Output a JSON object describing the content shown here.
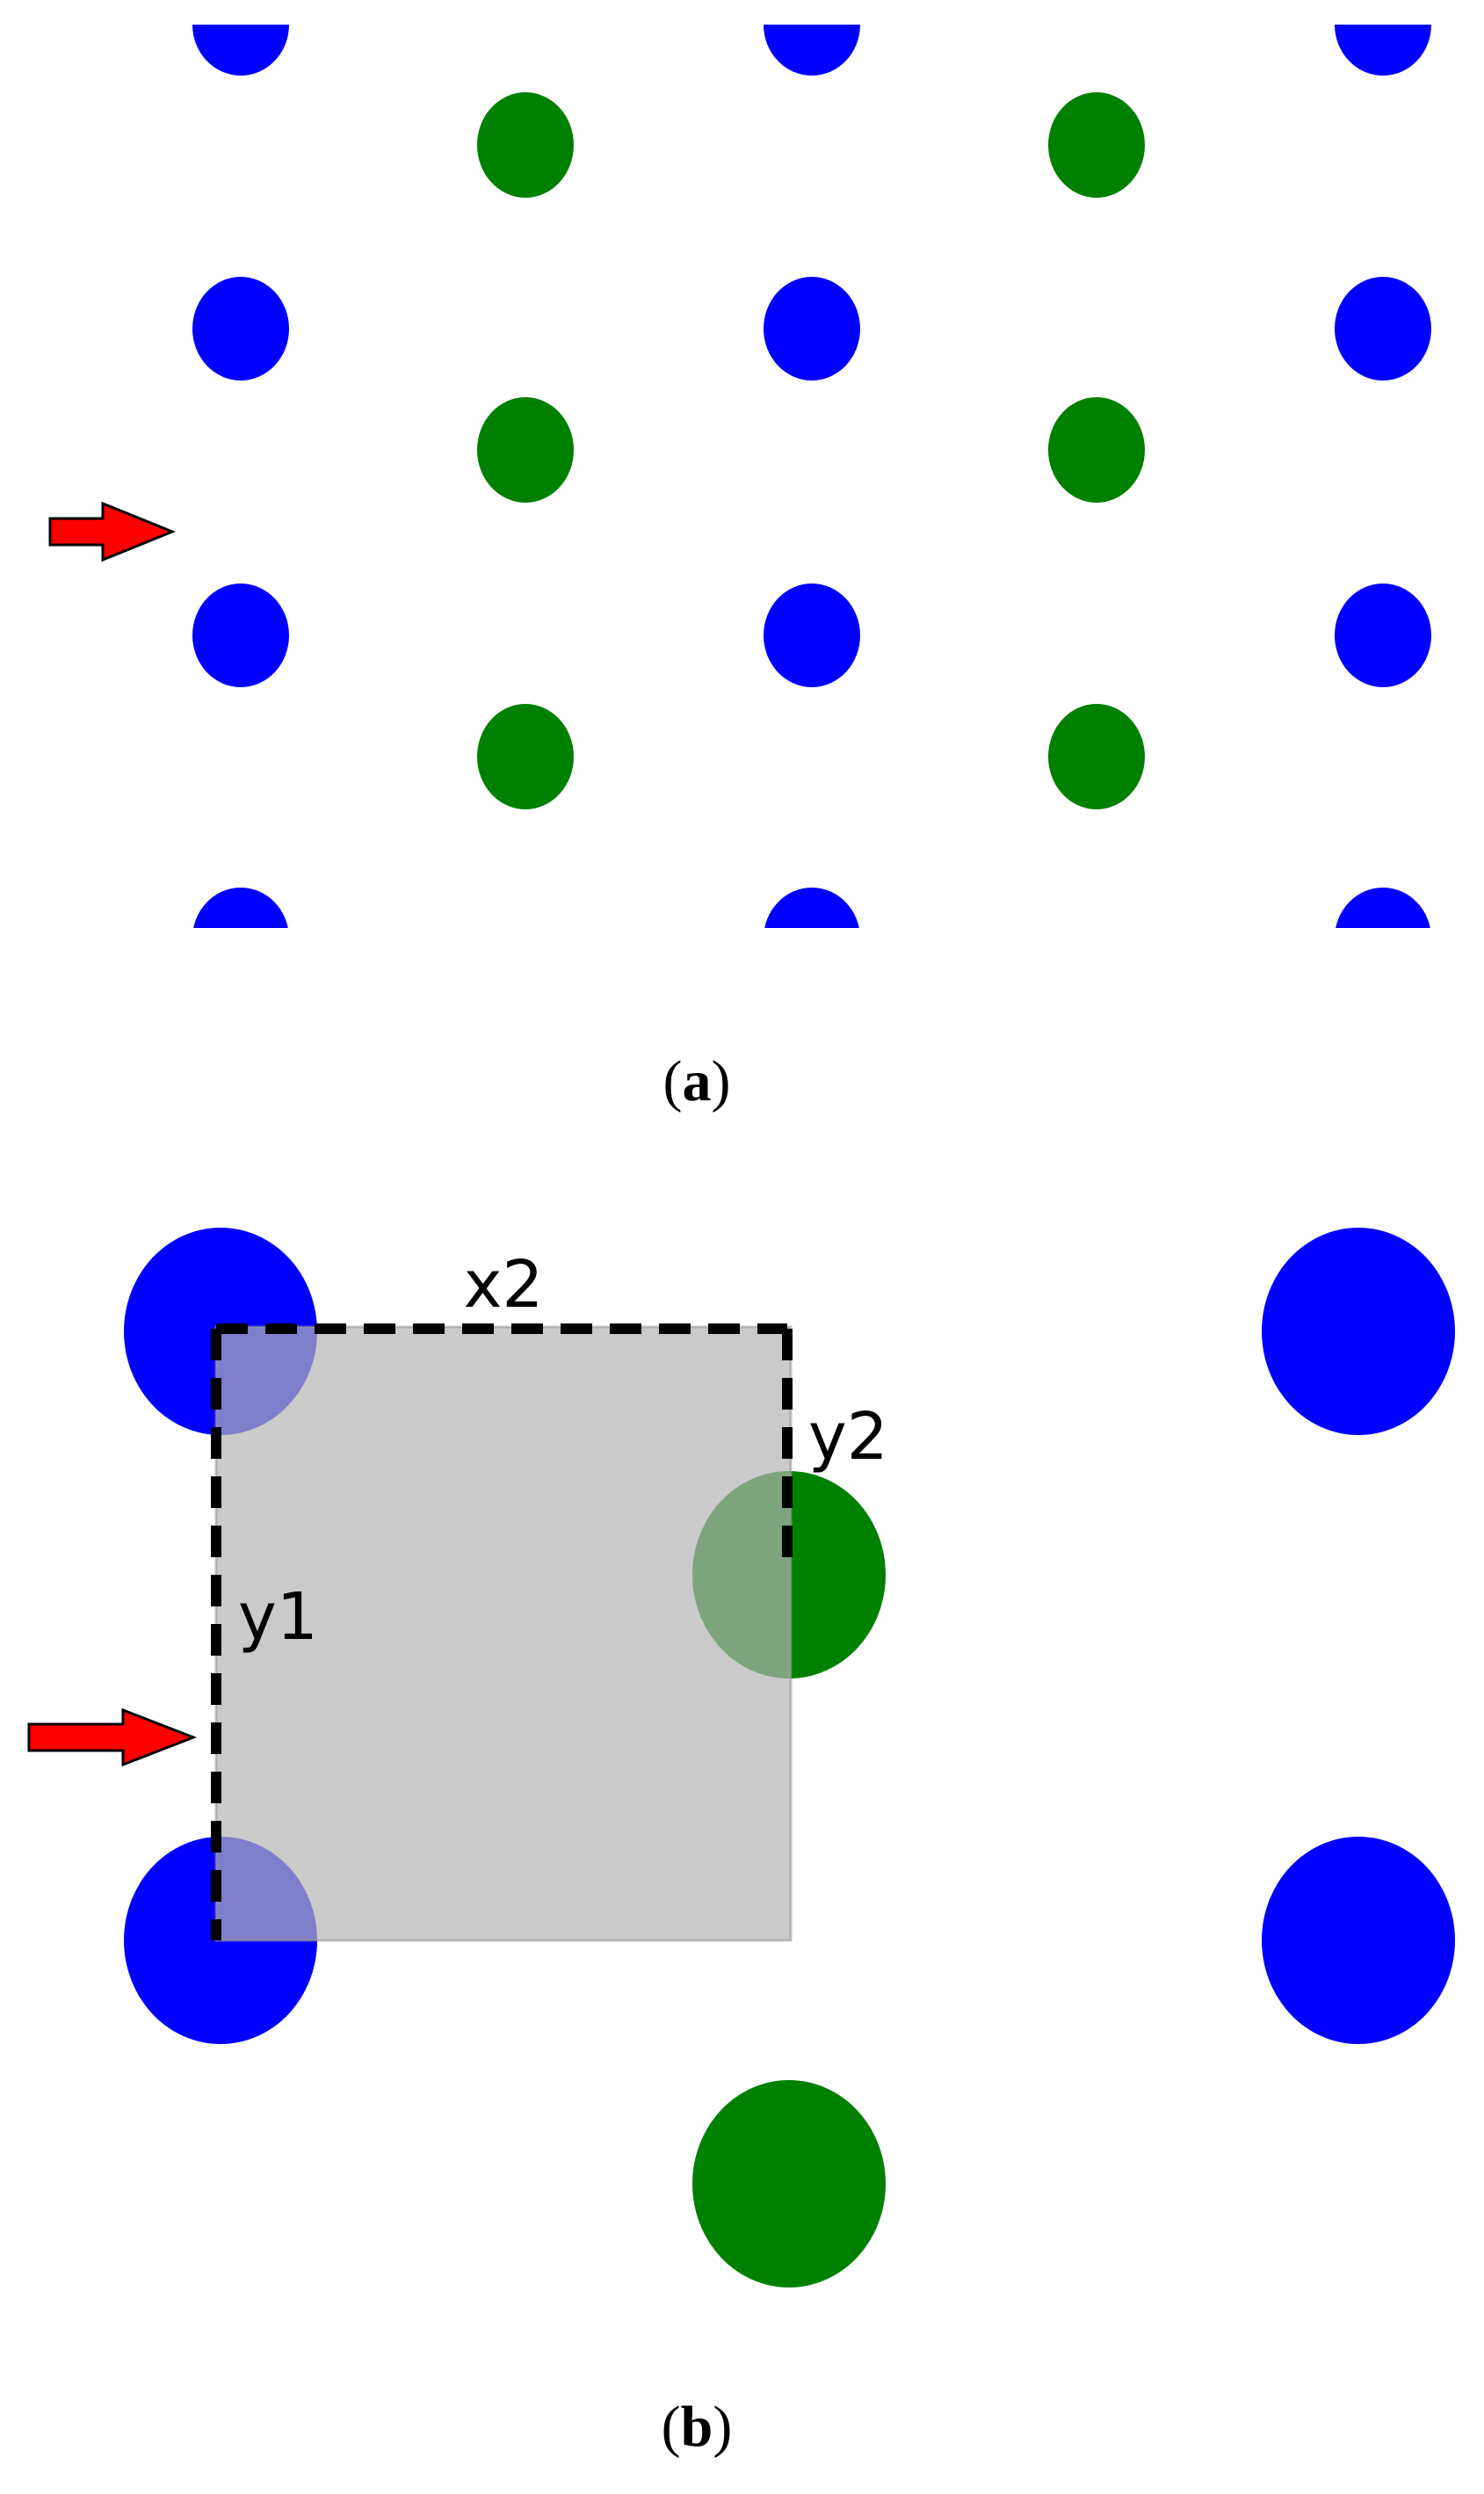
{
  "panel_a": {
    "caption_open": "(",
    "caption_letter": "a",
    "caption_close": ")",
    "colors": {
      "atom_blue": "#0000ff",
      "atom_green": "#008000",
      "arrow": "#ff0000"
    }
  },
  "panel_b": {
    "caption_open": "(",
    "caption_letter": "b",
    "caption_close": ")",
    "labels": {
      "x2": "x2",
      "y2": "y2",
      "y1": "y1"
    },
    "colors": {
      "atom_blue": "#0000ff",
      "atom_green": "#008000",
      "unit_cell": "#b3b3b3",
      "dash": "#000000",
      "arrow": "#ff0000"
    }
  }
}
